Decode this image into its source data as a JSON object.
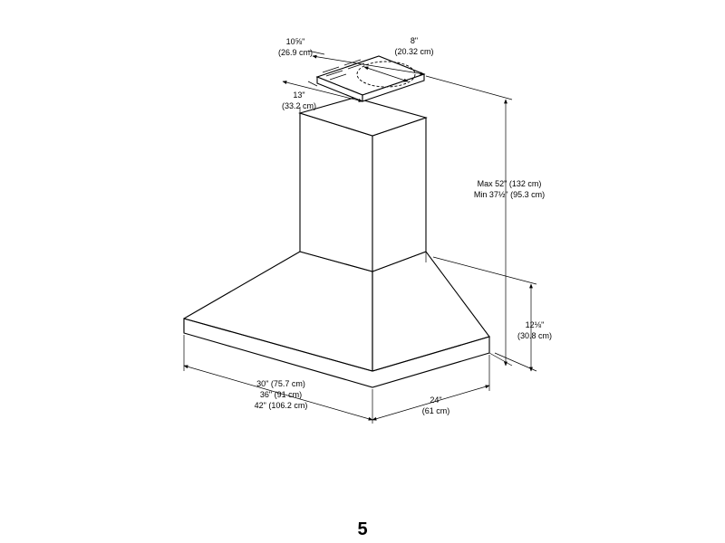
{
  "dimensions": {
    "duct_depth": {
      "imperial": "10⅝\"",
      "metric": "(26.9 cm)"
    },
    "duct_diameter": {
      "imperial": "8\"",
      "metric": "(20.32 cm)"
    },
    "duct_width": {
      "imperial": "13\"",
      "metric": "(33.2 cm)"
    },
    "height_range": {
      "max": "Max 52\" (132 cm)",
      "min": "Min 37½\" (95.3 cm)"
    },
    "hood_height": {
      "imperial": "12⅛\"",
      "metric": "(30.8 cm)"
    },
    "width_options": [
      "30\" (75.7 cm)",
      "36\" (91 cm)",
      "42\" (106.2 cm)"
    ],
    "depth": {
      "imperial": "24\"",
      "metric": "(61 cm)"
    }
  },
  "page_number": "5"
}
